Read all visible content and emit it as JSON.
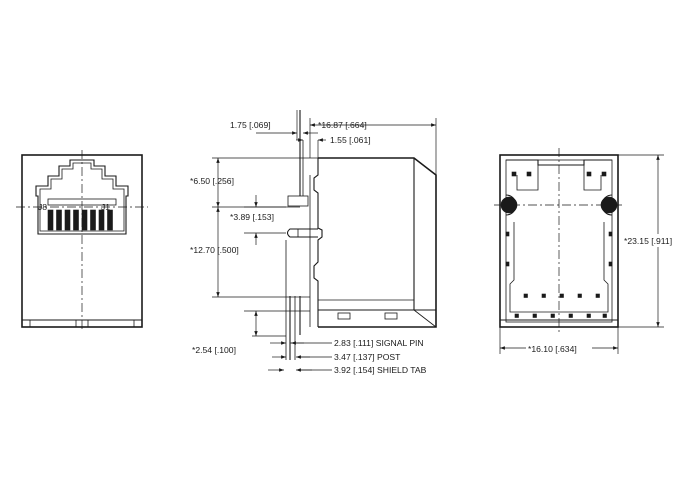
{
  "views": {
    "front": {
      "pin_label_left": "J8",
      "pin_label_right": "J1"
    },
    "side": {
      "dims": {
        "offset_top": "1.75 [.069]",
        "depth_overall": "*16.87 [.664]",
        "pin_offset": "1.55 [.061]",
        "height_a": "*6.50 [.256]",
        "height_b": "*3.89 [.153]",
        "height_c": "*12.70 [.500]",
        "pitch": "*2.54 [.100]",
        "signal_pin": "2.83 [.111] SIGNAL PIN",
        "post": "3.47 [.137] POST",
        "shield_tab": "3.92 [.154] SHIELD TAB"
      }
    },
    "bottom": {
      "dims": {
        "height_overall": "*23.15 [.911]",
        "width_overall": "*16.10 [.634]"
      }
    }
  }
}
